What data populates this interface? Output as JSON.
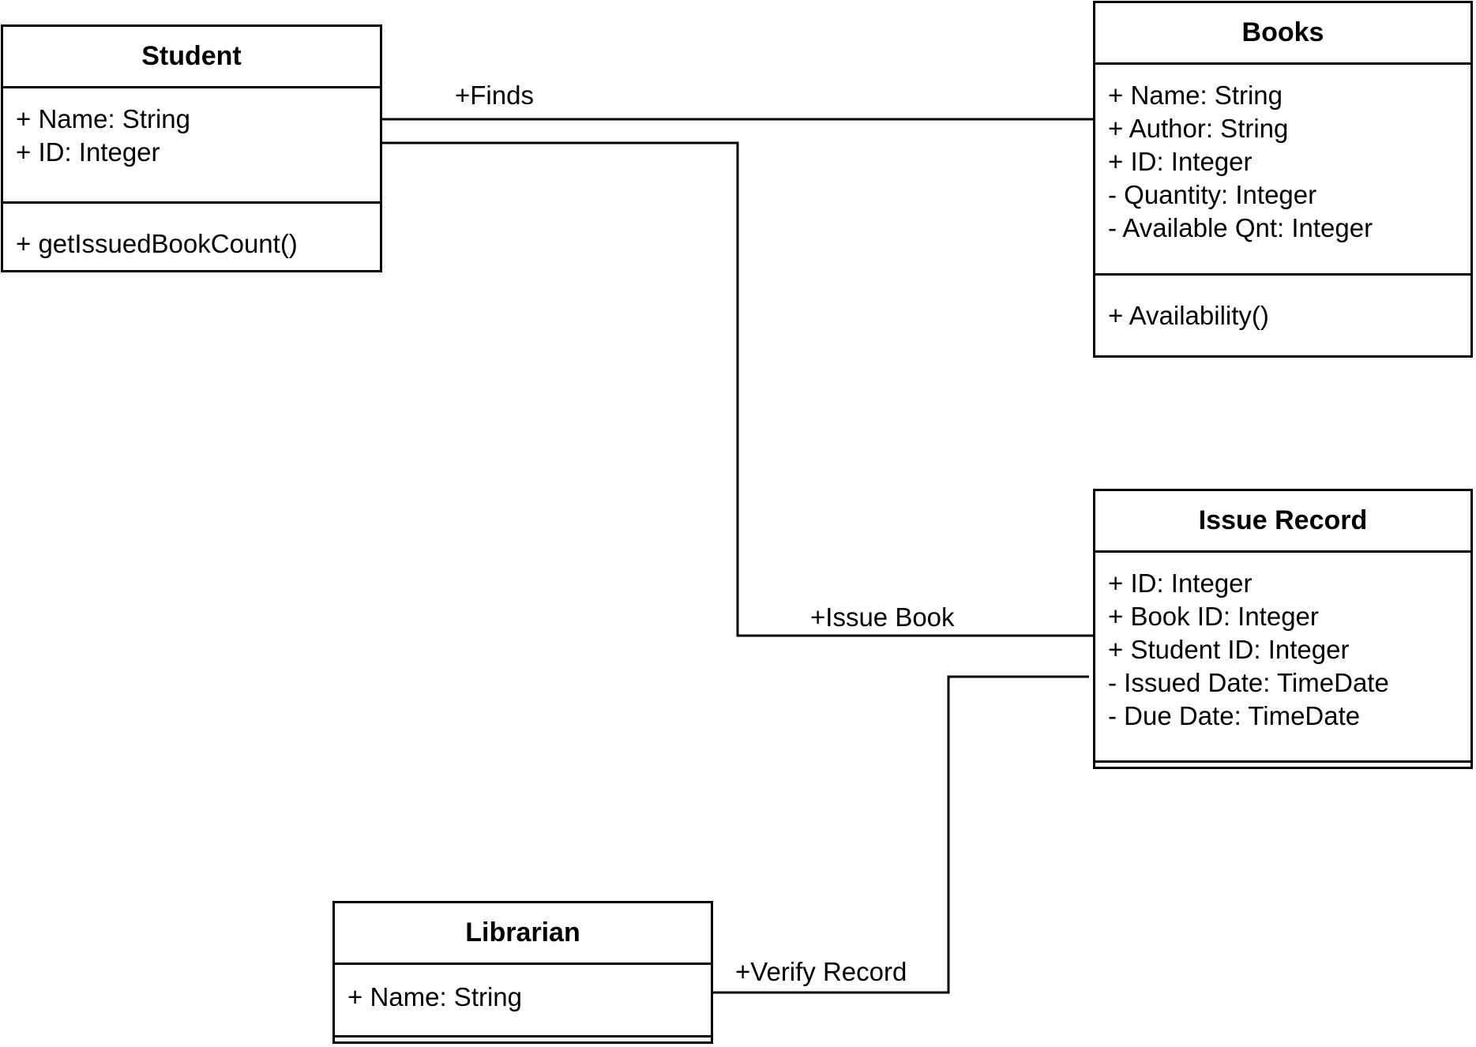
{
  "classes": {
    "student": {
      "name": "Student",
      "attributes": [
        "+ Name: String",
        "+ ID: Integer"
      ],
      "methods": [
        "+ getIssuedBookCount()"
      ]
    },
    "books": {
      "name": "Books",
      "attributes": [
        "+ Name: String",
        "+ Author: String",
        "+ ID: Integer",
        "- Quantity: Integer",
        "- Available Qnt: Integer"
      ],
      "methods": [
        "+ Availability()"
      ]
    },
    "issue_record": {
      "name": "Issue Record",
      "attributes": [
        "+ ID: Integer",
        "+ Book ID: Integer",
        "+ Student ID: Integer",
        "- Issued Date: TimeDate",
        "- Due Date: TimeDate"
      ],
      "methods": []
    },
    "librarian": {
      "name": "Librarian",
      "attributes": [
        "+ Name: String"
      ],
      "methods": []
    }
  },
  "associations": {
    "finds": "+Finds",
    "issue_book": "+Issue Book",
    "verify_record": "+Verify Record"
  }
}
